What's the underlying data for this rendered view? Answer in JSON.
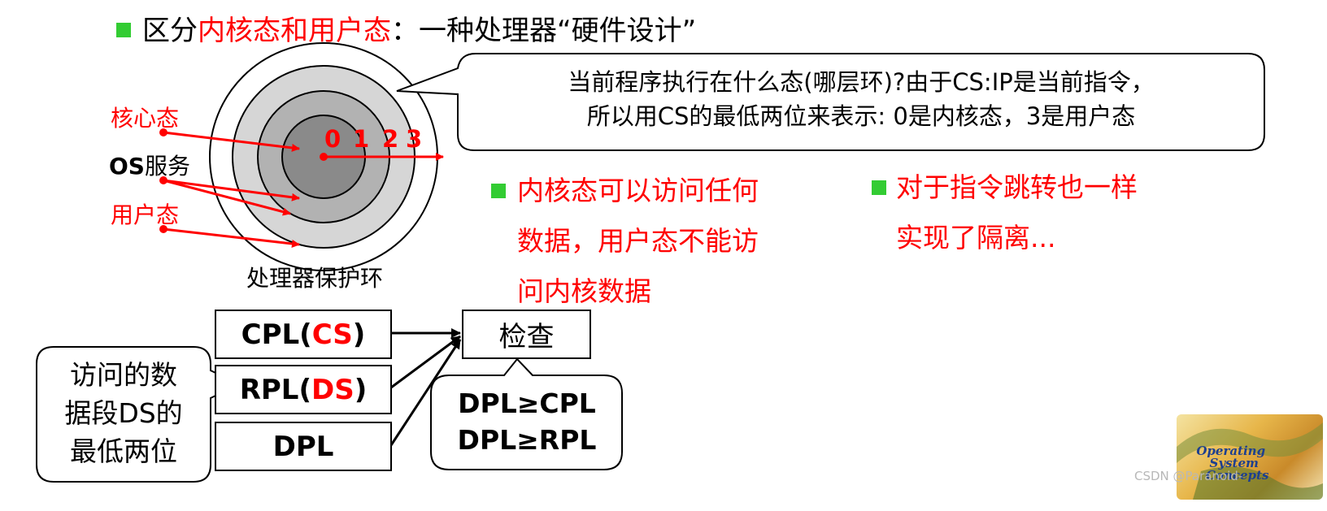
{
  "title": {
    "prefix": "区分",
    "highlight": "内核态和用户态",
    "suffix": "：一种处理器“硬件设计”"
  },
  "diagram": {
    "ring_numbers": [
      "0",
      "1",
      "2",
      "3"
    ],
    "labels": {
      "kernel": "核心态",
      "os_service_en": "OS",
      "os_service_zh": "服务",
      "user": "用户态",
      "caption": "处理器保护环"
    }
  },
  "callout_top": {
    "line1": "当前程序执行在什么态(哪层环)?由于CS:IP是当前指令，",
    "line2": "所以用CS的最低两位来表示: 0是内核态，3是用户态"
  },
  "bullets": {
    "left": [
      "内核态可以访问任何",
      "数据，用户态不能访",
      "问内核数据"
    ],
    "right": [
      "对于指令跳转也一样",
      "实现了隔离..."
    ]
  },
  "boxes": {
    "cpl_prefix": "CPL(",
    "cpl_reg": "CS",
    "rpl_prefix": "RPL(",
    "rpl_reg": "DS",
    "close": ")",
    "dpl": "DPL",
    "check": "检查"
  },
  "callout_left": [
    "访问的数",
    "据段DS的",
    "最低两位"
  ],
  "callout_rule": [
    "DPL≥CPL",
    "DPL≥RPL"
  ],
  "logo": {
    "line1": "Operating",
    "line2": "System",
    "line3": "Concepts"
  },
  "watermark": "CSDN @Paranoid-"
}
